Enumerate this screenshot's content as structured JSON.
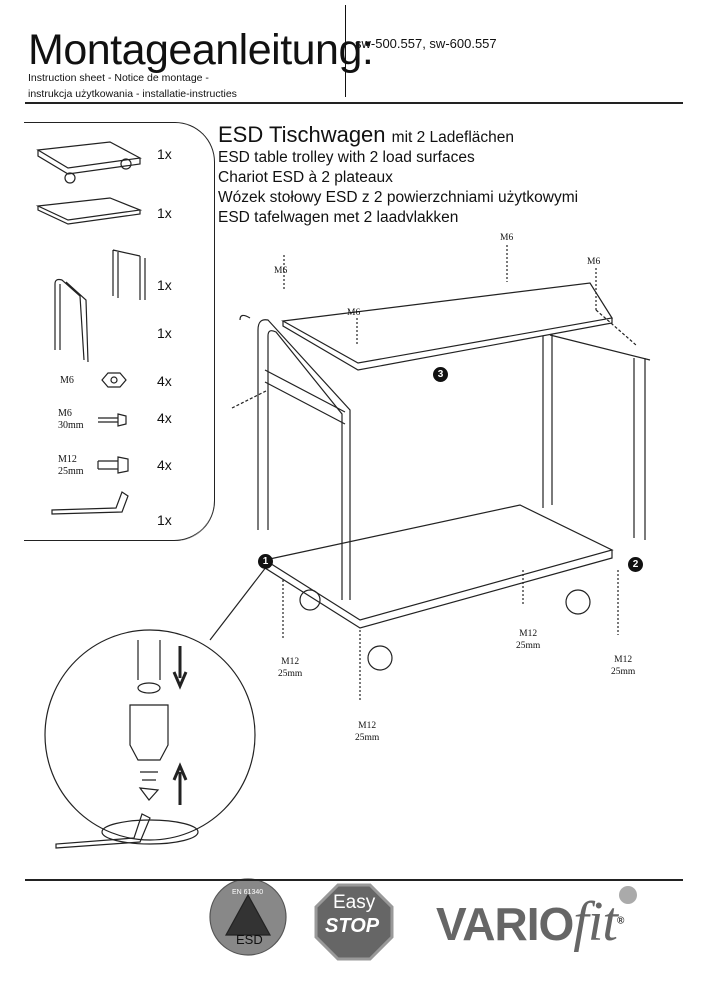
{
  "header": {
    "title": "Montageanleitung:",
    "models": "sw-500.557, sw-600.557",
    "subtitle_line1": "Instruction sheet - Notice de montage  -",
    "subtitle_line2": "instrukcja użytkowania - installatie-instructies"
  },
  "product": {
    "name_de": "ESD Tischwagen",
    "name_de_suffix": "mit 2 Ladeflächen",
    "name_en": "ESD table trolley with 2 load surfaces",
    "name_fr": "Chariot ESD à 2 plateaux",
    "name_pl": "Wózek stołowy ESD z 2 powierzchniami użytkowymi",
    "name_nl": "ESD tafelwagen met 2 laadvlakken"
  },
  "parts": [
    {
      "icon": "trolley-base-icon",
      "label": "",
      "qty": "1x"
    },
    {
      "icon": "shelf-icon",
      "label": "",
      "qty": "1x"
    },
    {
      "icon": "upright-frame-icon",
      "label": "",
      "qty": "1x"
    },
    {
      "icon": "push-handle-icon",
      "label": "",
      "qty": "1x"
    },
    {
      "icon": "nut-icon",
      "label": "M6",
      "qty": "4x"
    },
    {
      "icon": "screw-icon",
      "label": "M6",
      "label2": "30mm",
      "qty": "4x"
    },
    {
      "icon": "screw-icon",
      "label": "M12",
      "label2": "25mm",
      "qty": "4x"
    },
    {
      "icon": "allen-key-icon",
      "label": "",
      "qty": "1x"
    }
  ],
  "callouts": {
    "m6": "M6",
    "m12": "M12",
    "len25": "25mm",
    "step1": "1",
    "step2": "2",
    "step3": "3"
  },
  "logos": {
    "esd_ring": "EN 61340",
    "esd": "ESD",
    "easy": "Easy",
    "stop": "STOP",
    "brand1": "VARIO",
    "brand2": "fit",
    "reg": "®"
  }
}
